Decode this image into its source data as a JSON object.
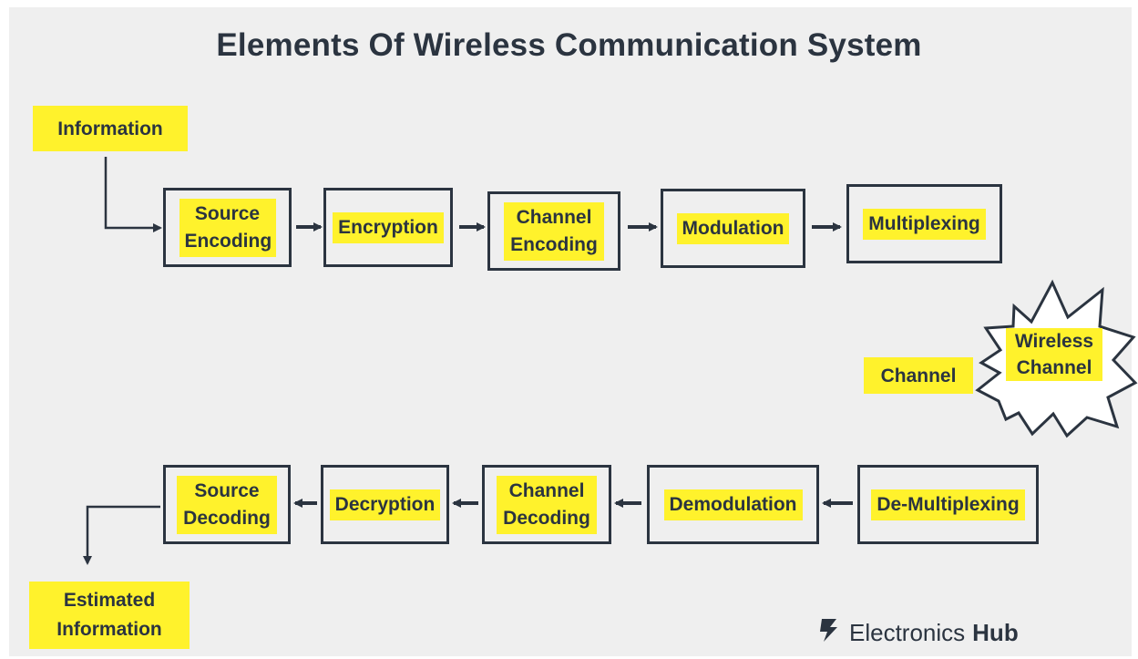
{
  "title": "Elements Of Wireless Communication System",
  "colors": {
    "highlight": "#fff22c",
    "ink": "#2b3440",
    "background": "#efefef"
  },
  "input_label": "Information",
  "transmitter": [
    "Source Encoding",
    "Encryption",
    "Channel Encoding",
    "Modulation",
    "Multiplexing"
  ],
  "channel": {
    "label": "Channel",
    "burst_text": "Wireless Channel",
    "burst_icon": "starburst-icon"
  },
  "receiver": [
    "De-Multiplexing",
    "Demodulation",
    "Channel Decoding",
    "Decryption",
    "Source Decoding"
  ],
  "output_label": "Estimated Information",
  "brand": {
    "icon": "electronics-hub-logo-icon",
    "name_a": "Electronics",
    "name_b": "Hub"
  }
}
